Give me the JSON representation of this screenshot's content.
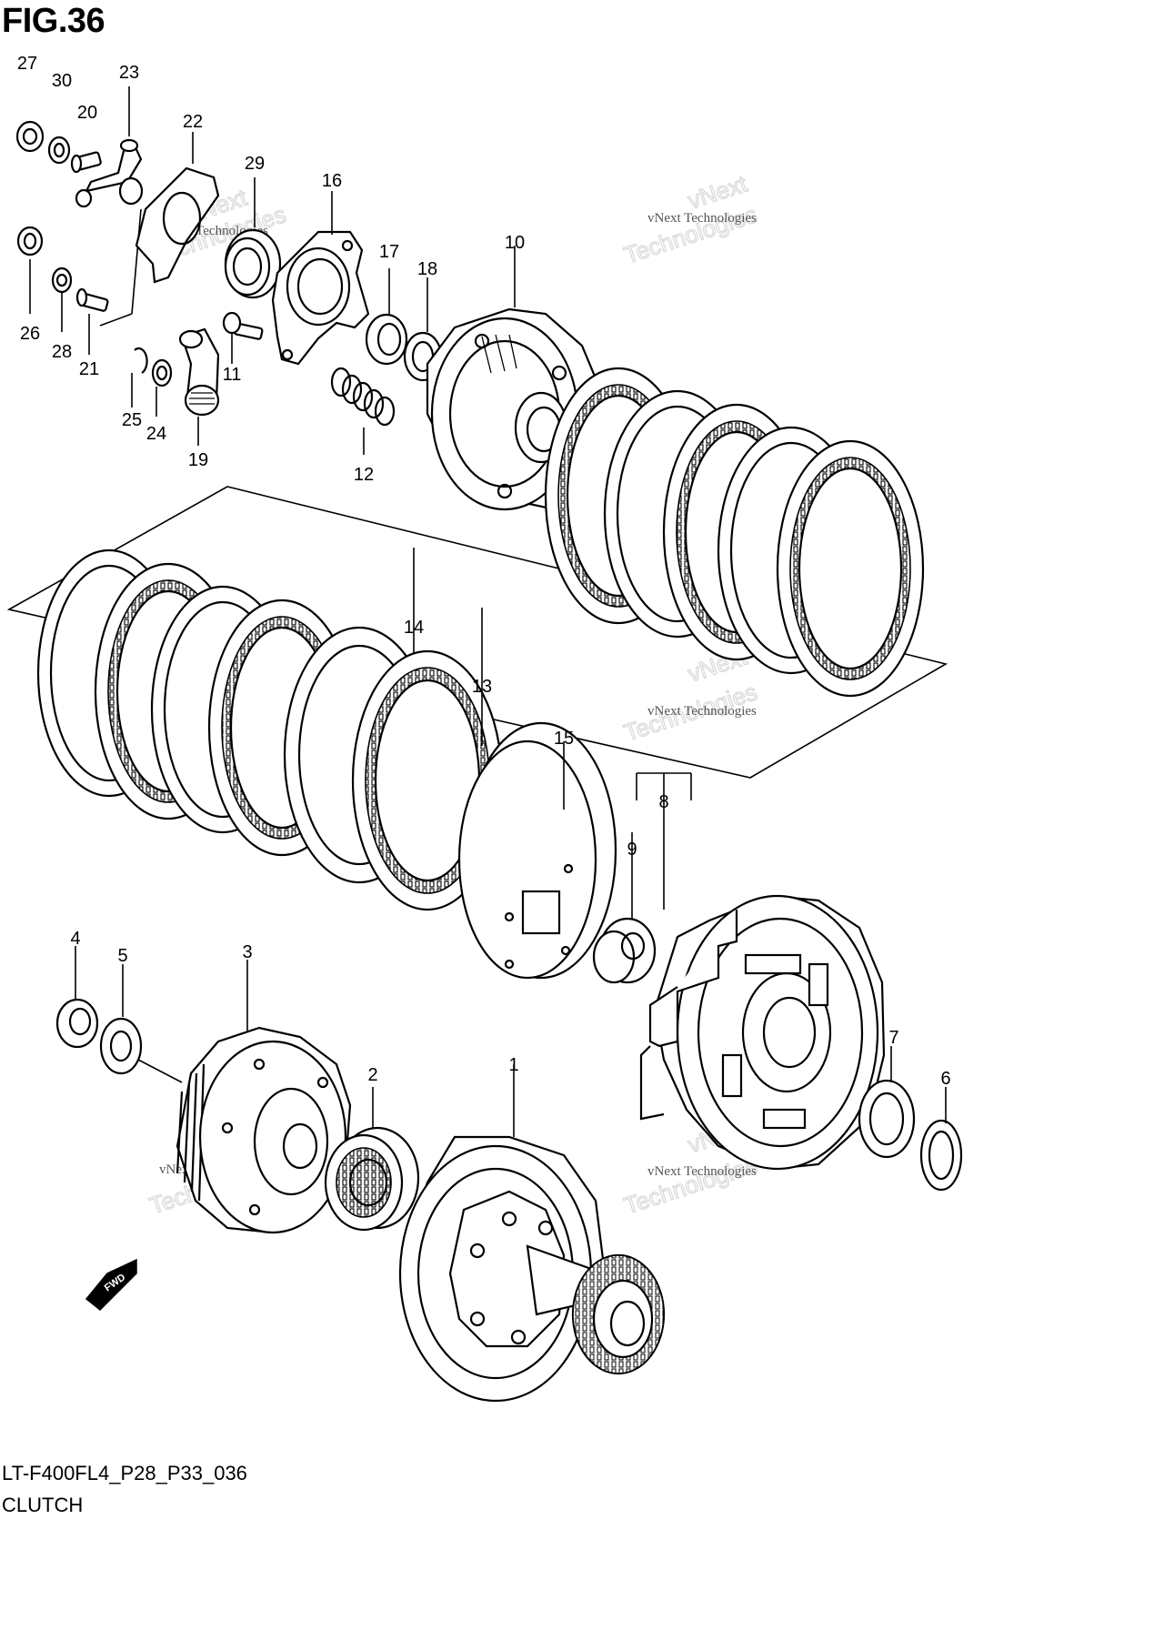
{
  "figure": {
    "title": "FIG.36",
    "code": "LT-F400FL4_P28_P33_036",
    "name": "CLUTCH"
  },
  "watermark": {
    "line1": "vNext Technologies",
    "line2": "vNext",
    "line3": "Technologies"
  },
  "fwd_label": "FWD",
  "callouts": [
    {
      "id": "27",
      "label": "27"
    },
    {
      "id": "30",
      "label": "30"
    },
    {
      "id": "20",
      "label": "20"
    },
    {
      "id": "23",
      "label": "23"
    },
    {
      "id": "22",
      "label": "22"
    },
    {
      "id": "29",
      "label": "29"
    },
    {
      "id": "16",
      "label": "16"
    },
    {
      "id": "17",
      "label": "17"
    },
    {
      "id": "18",
      "label": "18"
    },
    {
      "id": "10",
      "label": "10"
    },
    {
      "id": "26",
      "label": "26"
    },
    {
      "id": "28",
      "label": "28"
    },
    {
      "id": "21",
      "label": "21"
    },
    {
      "id": "11",
      "label": "11"
    },
    {
      "id": "25",
      "label": "25"
    },
    {
      "id": "24",
      "label": "24"
    },
    {
      "id": "19",
      "label": "19"
    },
    {
      "id": "12",
      "label": "12"
    },
    {
      "id": "14",
      "label": "14"
    },
    {
      "id": "13",
      "label": "13"
    },
    {
      "id": "15",
      "label": "15"
    },
    {
      "id": "8",
      "label": "8"
    },
    {
      "id": "9",
      "label": "9"
    },
    {
      "id": "4",
      "label": "4"
    },
    {
      "id": "5",
      "label": "5"
    },
    {
      "id": "3",
      "label": "3"
    },
    {
      "id": "2",
      "label": "2"
    },
    {
      "id": "1",
      "label": "1"
    },
    {
      "id": "7",
      "label": "7"
    },
    {
      "id": "6",
      "label": "6"
    }
  ]
}
